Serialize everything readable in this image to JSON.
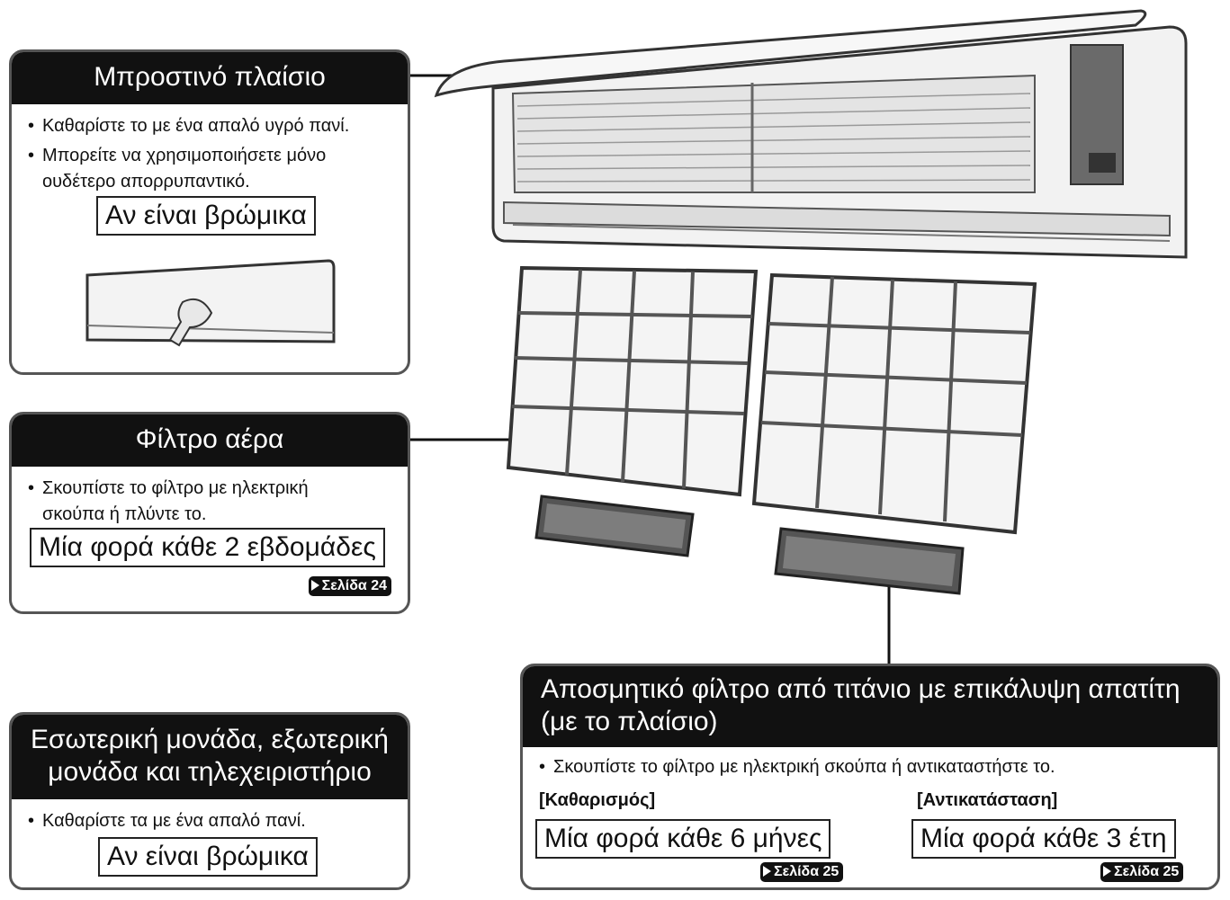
{
  "front_panel": {
    "title": "Μπροστινό πλαίσιο",
    "bullets": [
      "Καθαρίστε το με ένα απαλό υγρό πανί.",
      "Μπορείτε να χρησιμοποιήσετε μόνο ουδέτερο απορρυπαντικό."
    ],
    "frequency": "Αν είναι βρώμικα"
  },
  "air_filter": {
    "title": "Φίλτρο αέρα",
    "bullets": [
      "Σκουπίστε το φίλτρο με ηλεκτρική σκούπα ή πλύντε το."
    ],
    "frequency": "Μία φορά κάθε 2 εβδομάδες",
    "page_ref": "Σελίδα 24"
  },
  "units": {
    "title": "Εσωτερική μονάδα, εξωτερική μονάδα και τηλεχειριστήριο",
    "bullets": [
      "Καθαρίστε τα με ένα απαλό πανί."
    ],
    "frequency": "Αν είναι βρώμικα"
  },
  "deodorizing_filter": {
    "title": "Αποσμητικό φίλτρο από τιτάνιο με επικάλυψη απατίτη (με το πλαίσιο)",
    "bullets": [
      "Σκουπίστε το φίλτρο με ηλεκτρική σκούπα ή αντικαταστήστε το."
    ],
    "cleaning": {
      "heading": "[Καθαρισμός]",
      "frequency": "Μία φορά κάθε 6 μήνες",
      "page_ref": "Σελίδα 25"
    },
    "replacement": {
      "heading": "[Αντικατάσταση]",
      "frequency": "Μία φορά κάθε 3 έτη",
      "page_ref": "Σελίδα 25"
    }
  }
}
